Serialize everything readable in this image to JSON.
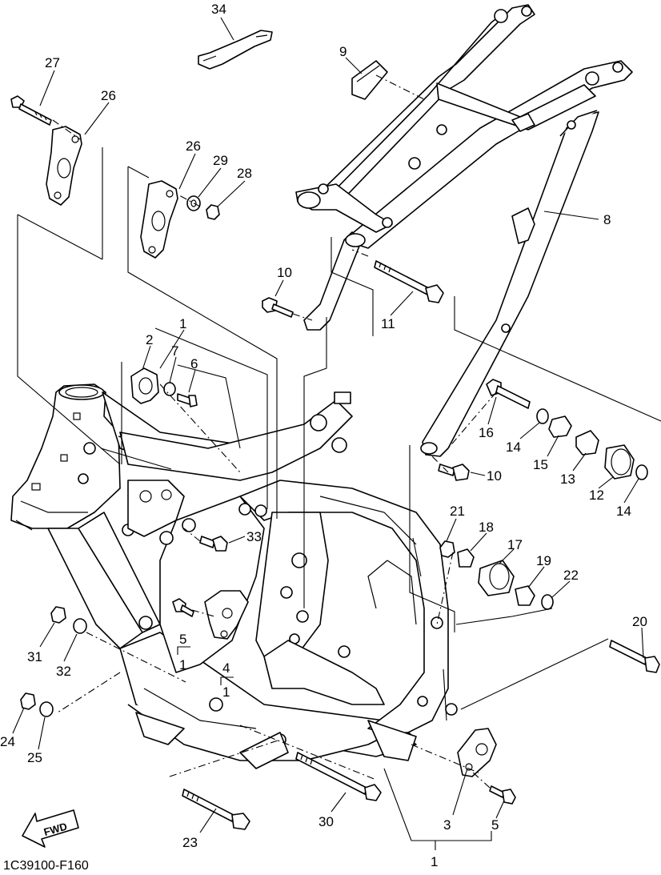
{
  "diagram": {
    "code": "1C39100-F160",
    "fwd_label": "FWD",
    "callouts": {
      "c34": "34",
      "c9": "9",
      "c27": "27",
      "c26a": "26",
      "c26b": "26",
      "c29": "29",
      "c28": "28",
      "c8": "8",
      "c10a": "10",
      "c11": "11",
      "c1a": "1",
      "c2": "2",
      "c7": "7",
      "c6": "6",
      "c16": "16",
      "c14a": "14",
      "c15": "15",
      "c13": "13",
      "c12": "12",
      "c14b": "14",
      "c10b": "10",
      "c21": "21",
      "c18": "18",
      "c17": "17",
      "c19": "19",
      "c22": "22",
      "c33": "33",
      "c5a": "5",
      "c1b": "1",
      "c4": "4",
      "c1c": "1",
      "c31": "31",
      "c32": "32",
      "c20": "20",
      "c24": "24",
      "c25": "25",
      "c23": "23",
      "c30": "30",
      "c3": "3",
      "c5b": "5",
      "c1d": "1"
    }
  }
}
